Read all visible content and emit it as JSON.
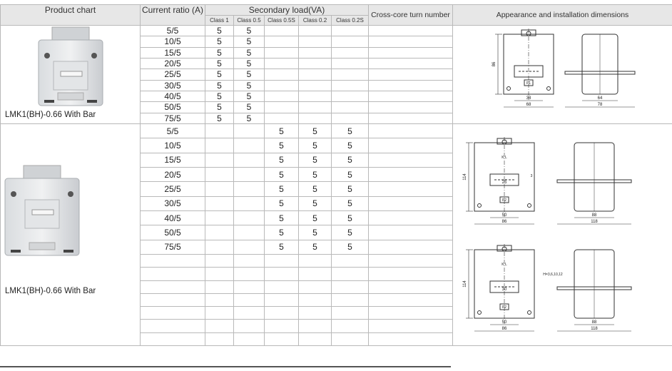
{
  "headers": {
    "product_chart": "Product chart",
    "current_ratio": "Current ratio (A)",
    "secondary_load": "Secondary load(VA)",
    "classes": [
      "Class 1",
      "Class 0.5",
      "Class 0.5S",
      "Class 0.2",
      "Class 0.2S"
    ],
    "cross_core": "Cross-core turn number",
    "appearance": "Appearance and installation dimensions"
  },
  "product1": {
    "name": "LMK1(BH)-0.66  With Bar",
    "rows": [
      {
        "ratio": "5/5",
        "c1": "5",
        "c05": "5"
      },
      {
        "ratio": "10/5",
        "c1": "5",
        "c05": "5"
      },
      {
        "ratio": "15/5",
        "c1": "5",
        "c05": "5"
      },
      {
        "ratio": "20/5",
        "c1": "5",
        "c05": "5"
      },
      {
        "ratio": "25/5",
        "c1": "5",
        "c05": "5"
      },
      {
        "ratio": "30/5",
        "c1": "5",
        "c05": "5"
      },
      {
        "ratio": "40/5",
        "c1": "5",
        "c05": "5"
      },
      {
        "ratio": "50/5",
        "c1": "5",
        "c05": "5"
      },
      {
        "ratio": "75/5",
        "c1": "5",
        "c05": "5"
      }
    ],
    "dims": {
      "height": "86",
      "d1": "38",
      "d2": "68",
      "d3": "64",
      "d4": "78"
    }
  },
  "product2": {
    "name": "LMK1(BH)-0.66 With Bar",
    "rows": [
      {
        "ratio": "5/5",
        "c05s": "5",
        "c02": "5",
        "c02s": "5"
      },
      {
        "ratio": "10/5",
        "c05s": "5",
        "c02": "5",
        "c02s": "5"
      },
      {
        "ratio": "15/5",
        "c05s": "5",
        "c02": "5",
        "c02s": "5"
      },
      {
        "ratio": "20/5",
        "c05s": "5",
        "c02": "5",
        "c02s": "5"
      },
      {
        "ratio": "25/5",
        "c05s": "5",
        "c02": "5",
        "c02s": "5"
      },
      {
        "ratio": "30/5",
        "c05s": "5",
        "c02": "5",
        "c02s": "5"
      },
      {
        "ratio": "40/5",
        "c05s": "5",
        "c02": "5",
        "c02s": "5"
      },
      {
        "ratio": "50/5",
        "c05s": "5",
        "c02": "5",
        "c02s": "5"
      },
      {
        "ratio": "75/5",
        "c05s": "5",
        "c02s": "5",
        "c02": "5"
      }
    ],
    "dims_a": {
      "height": "114",
      "window": "25",
      "w1": "50",
      "w2": "86",
      "s1": "88",
      "s2": "118",
      "p": "3"
    },
    "dims_b": {
      "height": "114",
      "window": "30",
      "w1": "50",
      "w2": "86",
      "s1": "88",
      "s2": "118",
      "bar": "H=3,6,10,12"
    }
  },
  "labels": {
    "p1": "P1",
    "p2": "P2",
    "kl": "K  L"
  }
}
